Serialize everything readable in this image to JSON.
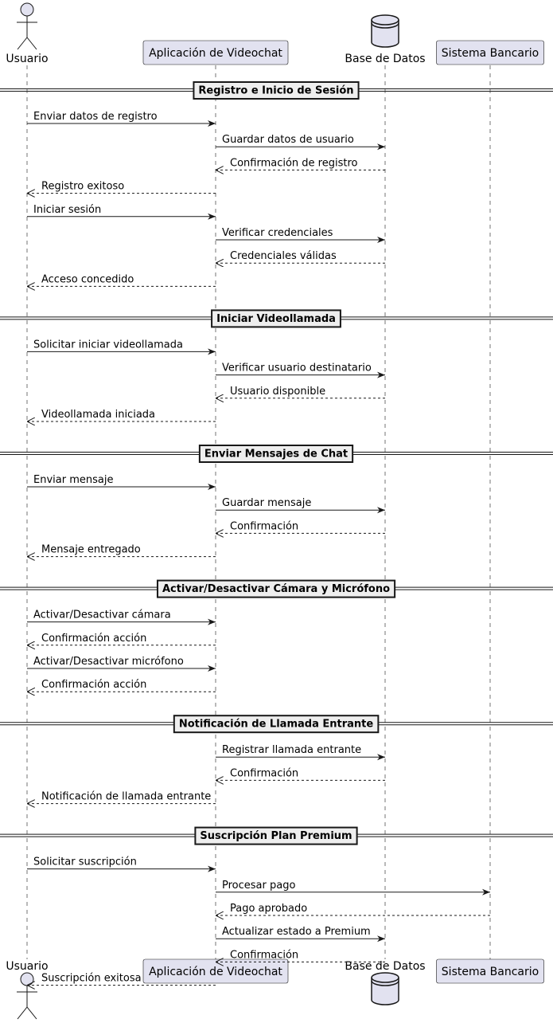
{
  "participants": [
    {
      "id": "usuario",
      "label": "Usuario",
      "shape": "actor-icon"
    },
    {
      "id": "app",
      "label": "Aplicación de Videochat",
      "shape": "box"
    },
    {
      "id": "db",
      "label": "Base de Datos",
      "shape": "database-icon"
    },
    {
      "id": "bank",
      "label": "Sistema Bancario",
      "shape": "box"
    }
  ],
  "sections": [
    {
      "title": "Registro e Inicio de Sesión",
      "messages": [
        {
          "from": "usuario",
          "to": "app",
          "text": "Enviar datos de registro",
          "style": "solid"
        },
        {
          "from": "app",
          "to": "db",
          "text": "Guardar datos de usuario",
          "style": "solid"
        },
        {
          "from": "db",
          "to": "app",
          "text": "Confirmación de registro",
          "style": "dashed"
        },
        {
          "from": "app",
          "to": "usuario",
          "text": "Registro exitoso",
          "style": "dashed"
        },
        {
          "from": "usuario",
          "to": "app",
          "text": "Iniciar sesión",
          "style": "solid"
        },
        {
          "from": "app",
          "to": "db",
          "text": "Verificar credenciales",
          "style": "solid"
        },
        {
          "from": "db",
          "to": "app",
          "text": "Credenciales válidas",
          "style": "dashed"
        },
        {
          "from": "app",
          "to": "usuario",
          "text": "Acceso concedido",
          "style": "dashed"
        }
      ]
    },
    {
      "title": "Iniciar Videollamada",
      "messages": [
        {
          "from": "usuario",
          "to": "app",
          "text": "Solicitar iniciar videollamada",
          "style": "solid"
        },
        {
          "from": "app",
          "to": "db",
          "text": "Verificar usuario destinatario",
          "style": "solid"
        },
        {
          "from": "db",
          "to": "app",
          "text": "Usuario disponible",
          "style": "dashed"
        },
        {
          "from": "app",
          "to": "usuario",
          "text": "Videollamada iniciada",
          "style": "dashed"
        }
      ]
    },
    {
      "title": "Enviar Mensajes de Chat",
      "messages": [
        {
          "from": "usuario",
          "to": "app",
          "text": "Enviar mensaje",
          "style": "solid"
        },
        {
          "from": "app",
          "to": "db",
          "text": "Guardar mensaje",
          "style": "solid"
        },
        {
          "from": "db",
          "to": "app",
          "text": "Confirmación",
          "style": "dashed"
        },
        {
          "from": "app",
          "to": "usuario",
          "text": "Mensaje entregado",
          "style": "dashed"
        }
      ]
    },
    {
      "title": "Activar/Desactivar Cámara y Micrófono",
      "messages": [
        {
          "from": "usuario",
          "to": "app",
          "text": "Activar/Desactivar cámara",
          "style": "solid"
        },
        {
          "from": "app",
          "to": "usuario",
          "text": "Confirmación acción",
          "style": "dashed"
        },
        {
          "from": "usuario",
          "to": "app",
          "text": "Activar/Desactivar micrófono",
          "style": "solid"
        },
        {
          "from": "app",
          "to": "usuario",
          "text": "Confirmación acción",
          "style": "dashed"
        }
      ]
    },
    {
      "title": "Notificación de Llamada Entrante",
      "messages": [
        {
          "from": "app",
          "to": "db",
          "text": "Registrar llamada entrante",
          "style": "solid"
        },
        {
          "from": "db",
          "to": "app",
          "text": "Confirmación",
          "style": "dashed"
        },
        {
          "from": "app",
          "to": "usuario",
          "text": "Notificación de llamada entrante",
          "style": "dashed"
        }
      ]
    },
    {
      "title": "Suscripción Plan Premium",
      "messages": [
        {
          "from": "usuario",
          "to": "app",
          "text": "Solicitar suscripción",
          "style": "solid"
        },
        {
          "from": "app",
          "to": "bank",
          "text": "Procesar pago",
          "style": "solid"
        },
        {
          "from": "bank",
          "to": "app",
          "text": "Pago aprobado",
          "style": "dashed"
        },
        {
          "from": "app",
          "to": "db",
          "text": "Actualizar estado a Premium",
          "style": "solid"
        },
        {
          "from": "db",
          "to": "app",
          "text": "Confirmación",
          "style": "dashed"
        },
        {
          "from": "app",
          "to": "usuario",
          "text": "Suscripción exitosa",
          "style": "dashed"
        }
      ]
    }
  ],
  "colors": {
    "participant_fill": "#e2e2f0",
    "participant_border": "#181818",
    "lifeline": "#181818",
    "arrow": "#181818",
    "divider_fill": "#eeeeee"
  }
}
